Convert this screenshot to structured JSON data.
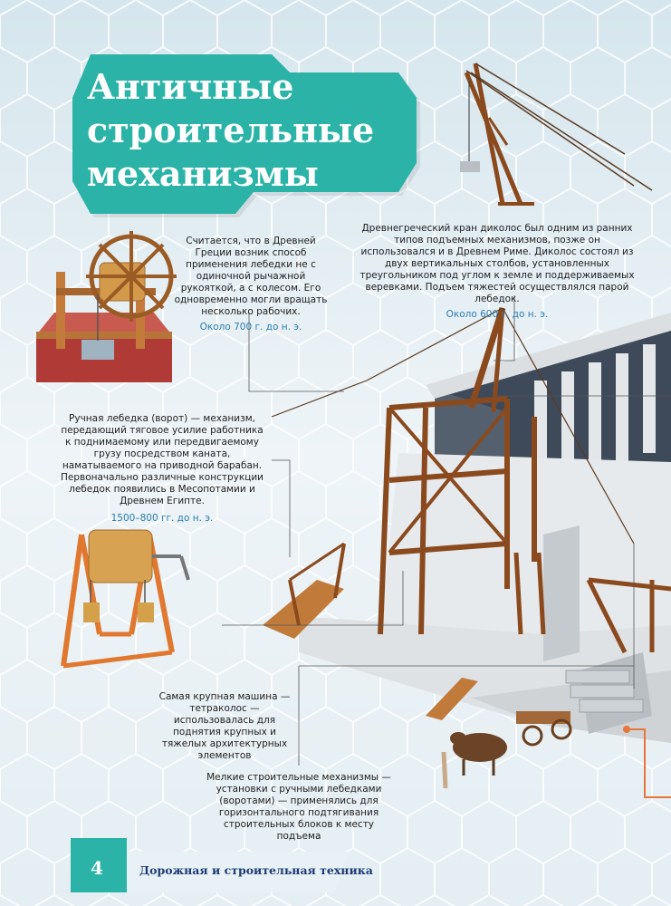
{
  "title": {
    "lines": [
      "Античные",
      "строительные",
      "механизмы"
    ]
  },
  "notes": {
    "wheel_winch": {
      "text": "Считается, что в Древней Греции возник способ применения лебедки не с одиночной рычажной рукояткой, а с колесом. Его одновременно могли вращать несколько рабочих.",
      "date": "Около 700 г. до н. э."
    },
    "dikolos": {
      "text": "Древнегреческий кран диколос был одним из ранних типов подъемных механизмов, позже он использовался и в Древнем Риме. Диколос состоял из двух вертикальных столбов, установленных треугольником под углом к земле и поддерживаемых веревками. Подъем тяжестей осуществлялся парой лебедок.",
      "date": "Около 600 г. до н. э."
    },
    "hand_winch": {
      "text": "Ручная лебедка (ворот) — механизм, передающий тяговое усилие работника к поднимаемому или передвигаемому грузу посредством каната, наматываемого на приводной барабан. Первоначально различные конструкции лебедок появились в Месопотамии и Древнем Египте.",
      "date": "1500–800 гг. до н. э."
    },
    "tetrakolos": {
      "text": "Самая крупная машина — тетраколос — использовалась для поднятия крупных и тяжелых архитектурных элементов"
    },
    "small_mechanisms": {
      "text": "Мелкие строительные механизмы — установки с ручными лебедками (воротами) — применялись для горизонтального подтягивания строительных блоков к месту подъема"
    }
  },
  "footer": {
    "page_number": "4",
    "section": "Дорожная и строительная техника"
  },
  "colors": {
    "title_bg": "#2bb3a8",
    "accent_orange": "#e8763a",
    "date_blue": "#2a7db0",
    "wood": "#8a4a1e",
    "stone": "#d9dde0"
  }
}
